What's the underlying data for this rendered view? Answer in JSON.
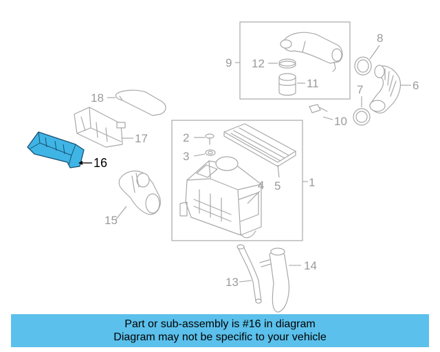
{
  "diagram": {
    "callouts": {
      "c1": "1",
      "c2": "2",
      "c3": "3",
      "c4": "4",
      "c5": "5",
      "c6": "6",
      "c7": "7",
      "c8": "8",
      "c9": "9",
      "c10": "10",
      "c11": "11",
      "c12": "12",
      "c13": "13",
      "c14": "14",
      "c15": "15",
      "c16": "16",
      "c17": "17",
      "c18": "18"
    },
    "highlighted_part": "16",
    "highlight_color": "#3fb5e6"
  },
  "footer": {
    "line1": "Part or sub-assembly is #16 in diagram",
    "line2": "Diagram may not be specific to your vehicle",
    "background": "#5bc0eb"
  }
}
